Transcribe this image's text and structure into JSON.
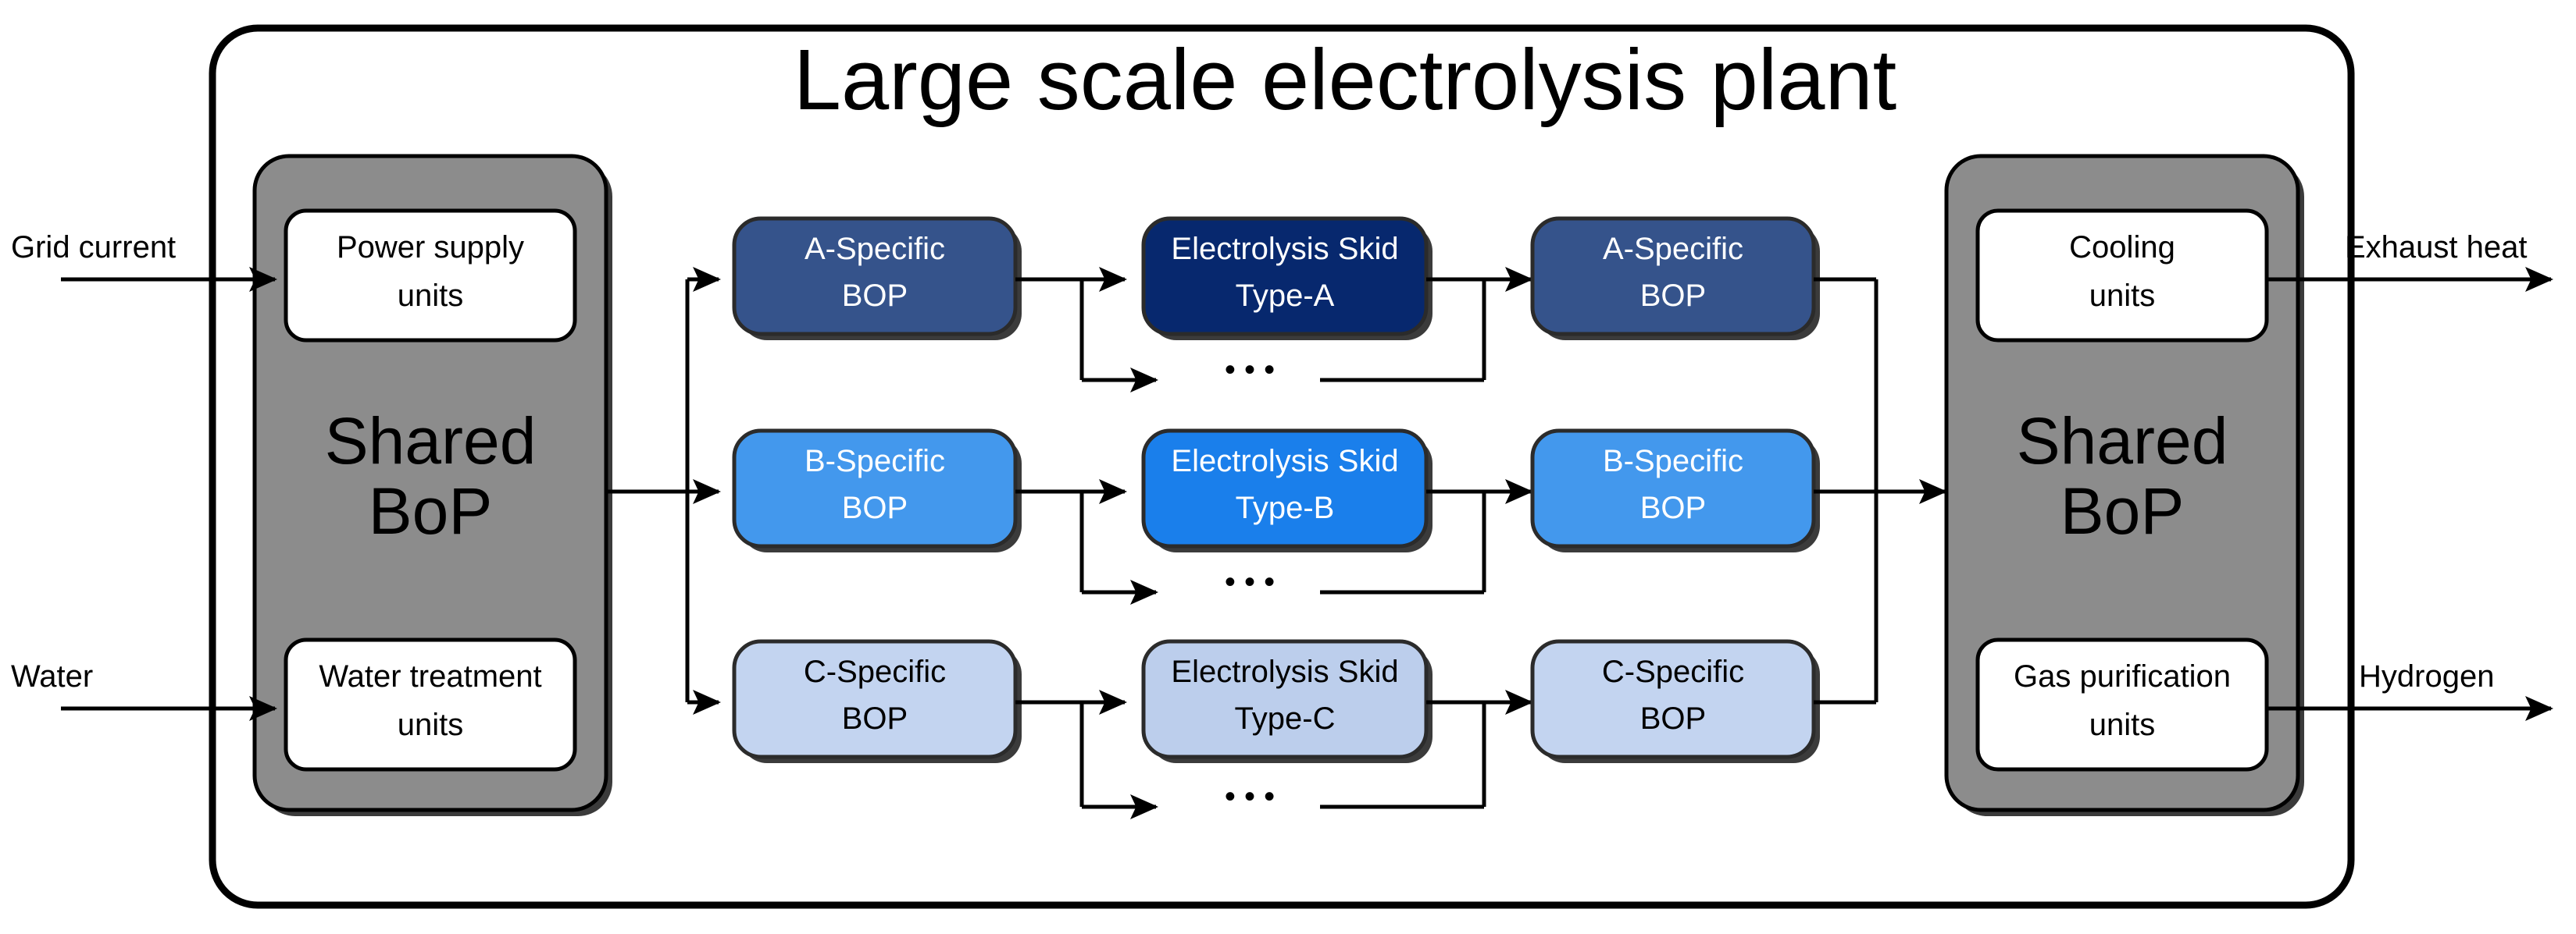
{
  "title": "Large scale electrolysis plant",
  "colors": {
    "outer_border": "#000000",
    "background": "#ffffff",
    "shared_bop_fill": "#8c8c8c",
    "unit_box_fill": "#ffffff",
    "row_a_bop": "#35538b",
    "row_a_skid": "#07286e",
    "row_b_bop": "#4398ed",
    "row_b_skid": "#1a7feb",
    "row_c_bop": "#c3d4f0",
    "row_c_skid": "#bcceec",
    "shadow": "#3b3b3b",
    "arrow": "#000000"
  },
  "io": {
    "inputs": [
      {
        "name": "grid-current",
        "label": "Grid current"
      },
      {
        "name": "water",
        "label": "Water"
      }
    ],
    "outputs": [
      {
        "name": "exhaust-heat",
        "label": "Exhaust heat"
      },
      {
        "name": "hydrogen",
        "label": "Hydrogen"
      }
    ]
  },
  "shared_bop_left": {
    "label_line1": "Shared",
    "label_line2": "BoP",
    "units": [
      {
        "name": "power-supply-units",
        "line1": "Power supply",
        "line2": "units"
      },
      {
        "name": "water-treatment-units",
        "line1": "Water treatment",
        "line2": "units"
      }
    ]
  },
  "shared_bop_right": {
    "label_line1": "Shared",
    "label_line2": "BoP",
    "units": [
      {
        "name": "cooling-units",
        "line1": "Cooling",
        "line2": "units"
      },
      {
        "name": "gas-purification-units",
        "line1": "Gas purification",
        "line2": "units"
      }
    ]
  },
  "rows": [
    {
      "id": "a",
      "bop_in": {
        "line1": "A-Specific",
        "line2": "BOP"
      },
      "skid": {
        "line1": "Electrolysis Skid",
        "line2": "Type-A"
      },
      "bop_out": {
        "line1": "A-Specific",
        "line2": "BOP"
      },
      "ellipsis": "• • •",
      "fill_bop": "#35538b",
      "fill_skid": "#07286e",
      "text_color": "#ffffff"
    },
    {
      "id": "b",
      "bop_in": {
        "line1": "B-Specific",
        "line2": "BOP"
      },
      "skid": {
        "line1": "Electrolysis Skid",
        "line2": "Type-B"
      },
      "bop_out": {
        "line1": "B-Specific",
        "line2": "BOP"
      },
      "ellipsis": "• • •",
      "fill_bop": "#4398ed",
      "fill_skid": "#1a7feb",
      "text_color": "#ffffff"
    },
    {
      "id": "c",
      "bop_in": {
        "line1": "C-Specific",
        "line2": "BOP"
      },
      "skid": {
        "line1": "Electrolysis Skid",
        "line2": "Type-C"
      },
      "bop_out": {
        "line1": "C-Specific",
        "line2": "BOP"
      },
      "ellipsis": "• • •",
      "fill_bop": "#c3d4f0",
      "fill_skid": "#bcceec",
      "text_color": "#000000"
    }
  ]
}
